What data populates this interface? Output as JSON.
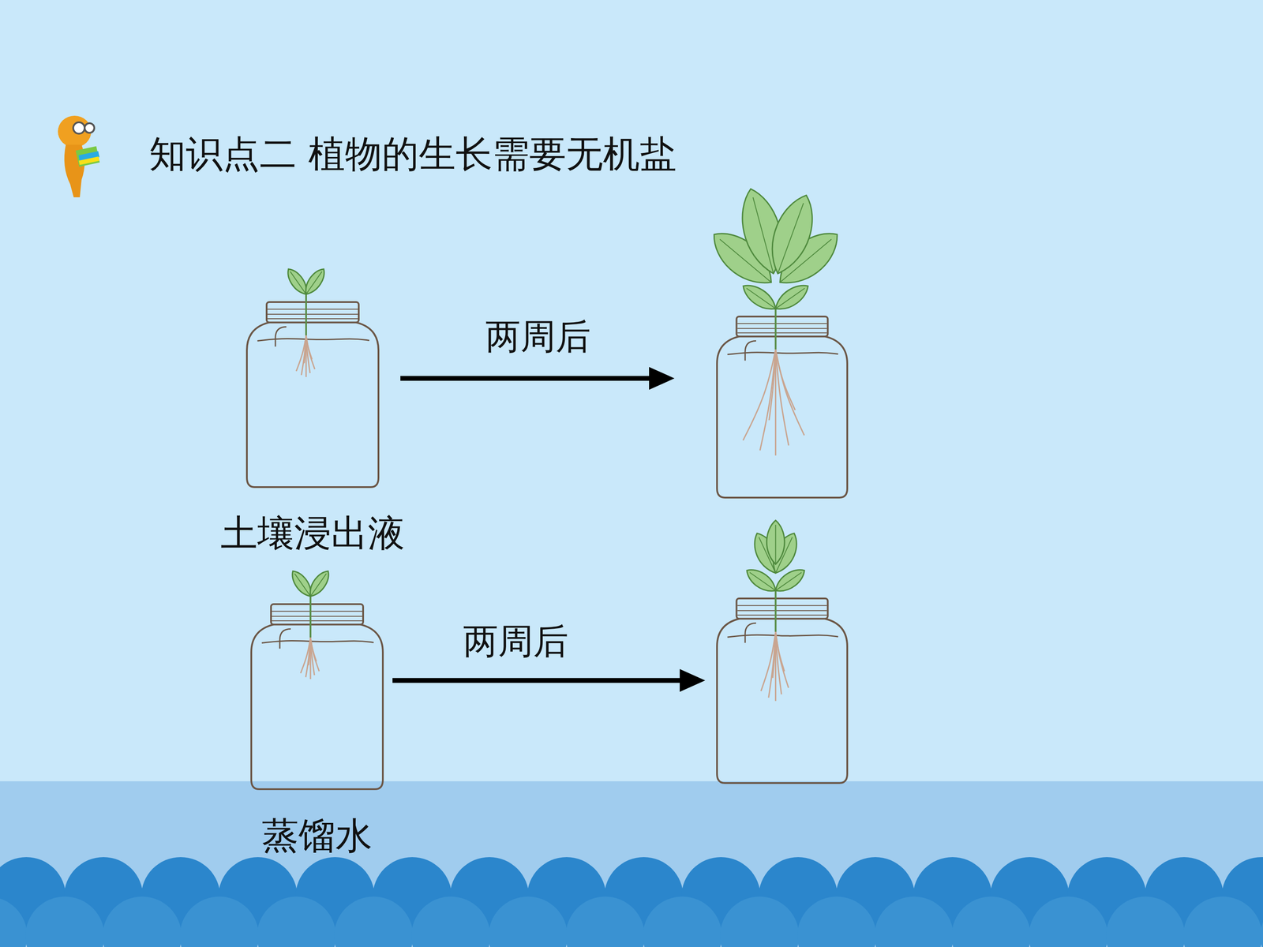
{
  "diagram": {
    "title": "知识点二 植物的生长需要无机盐",
    "nodes": [
      {
        "text": [
          "土壤浸出液"
        ]
      },
      {
        "text": [
          "蒸馏水"
        ]
      }
    ],
    "labels": [
      "两周后",
      "两周后"
    ]
  }
}
